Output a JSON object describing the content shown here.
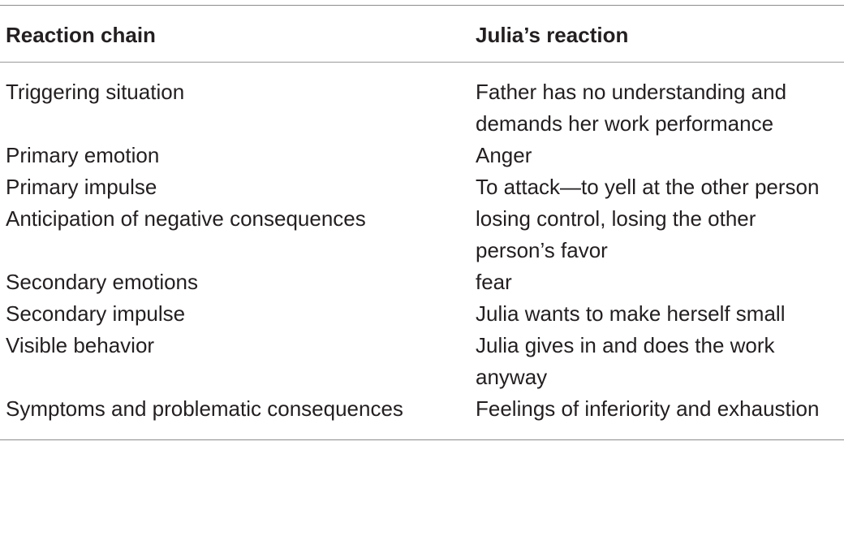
{
  "table": {
    "headers": [
      "Reaction chain",
      "Julia’s reaction"
    ],
    "rows": [
      {
        "chain": "Triggering situation",
        "reaction": "Father has no understanding and demands her work performance"
      },
      {
        "chain": "Primary emotion",
        "reaction": "Anger"
      },
      {
        "chain": "Primary impulse",
        "reaction": "To attack—to yell at the other person"
      },
      {
        "chain": "Anticipation of negative consequences",
        "reaction": "losing control, losing the other person’s favor"
      },
      {
        "chain": "Secondary emotions",
        "reaction": "fear"
      },
      {
        "chain": "Secondary impulse",
        "reaction": "Julia wants to make herself small"
      },
      {
        "chain": "Visible behavior",
        "reaction": "Julia gives in and does the work anyway"
      },
      {
        "chain": "Symptoms and problematic consequences",
        "reaction": "Feelings of inferiority and exhaustion"
      }
    ]
  }
}
